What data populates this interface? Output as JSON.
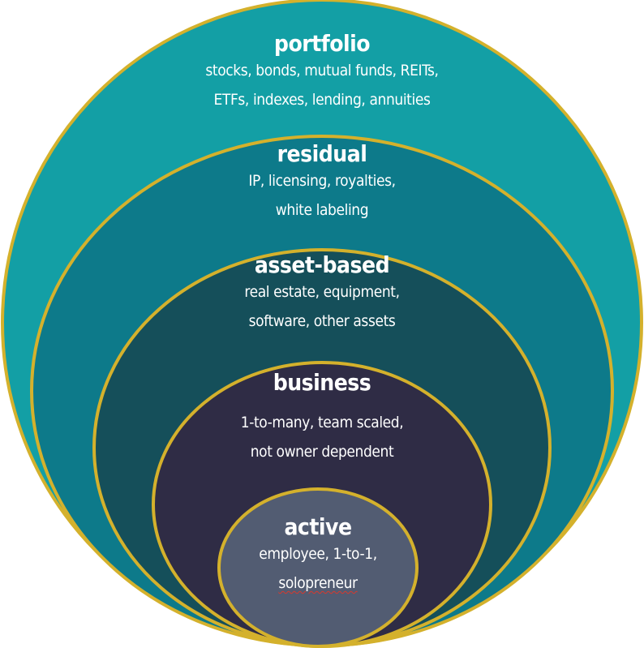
{
  "diagram": {
    "layers": [
      {
        "title": "portfolio",
        "lines": [
          "stocks, bonds, mutual funds, REITs,",
          "ETFs, indexes, lending, annuities"
        ],
        "fill": "#139fa5"
      },
      {
        "title": "residual",
        "lines": [
          "IP, licensing, royalties,",
          "white labeling"
        ],
        "fill": "#0d7a8a"
      },
      {
        "title": "asset-based",
        "lines": [
          "real estate, equipment,",
          "software, other assets"
        ],
        "fill": "#154f5a"
      },
      {
        "title": "business",
        "lines": [
          "1-to-many, team scaled,",
          "not owner dependent"
        ],
        "fill": "#2f2c45"
      },
      {
        "title": "active",
        "lines": [
          "employee, 1-to-1,",
          "solopreneur"
        ],
        "fill": "#525c72"
      }
    ],
    "outline_color": "#d4b12c"
  }
}
